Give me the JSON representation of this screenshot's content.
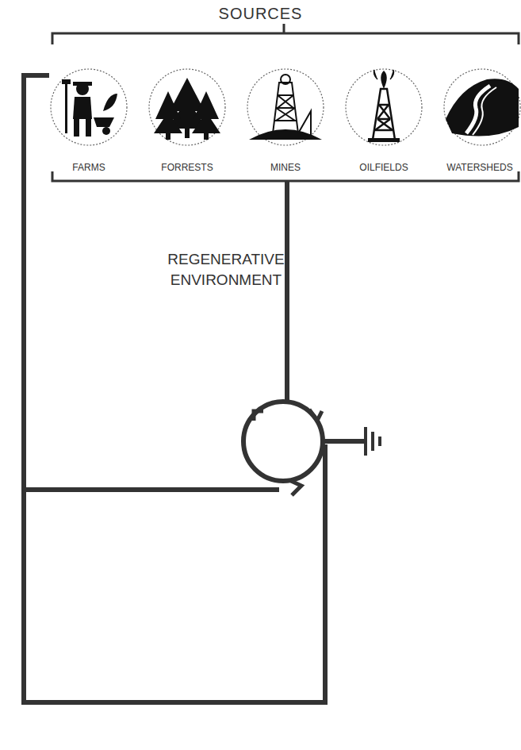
{
  "diagram": {
    "nodes": [
      {
        "text": [
          "SOURCES"
        ]
      },
      {
        "text": [
          "FARMS"
        ],
        "in": 0
      },
      {
        "text": [
          "FORRESTS"
        ],
        "in": 0
      },
      {
        "text": [
          "MINES"
        ],
        "in": 0
      },
      {
        "text": [
          "OILFIELDS"
        ],
        "in": 0
      },
      {
        "text": [
          "WATERSHEDS"
        ],
        "in": 0
      }
    ],
    "labels": [
      "REGENERATIVE ENVIRONMENT"
    ]
  }
}
